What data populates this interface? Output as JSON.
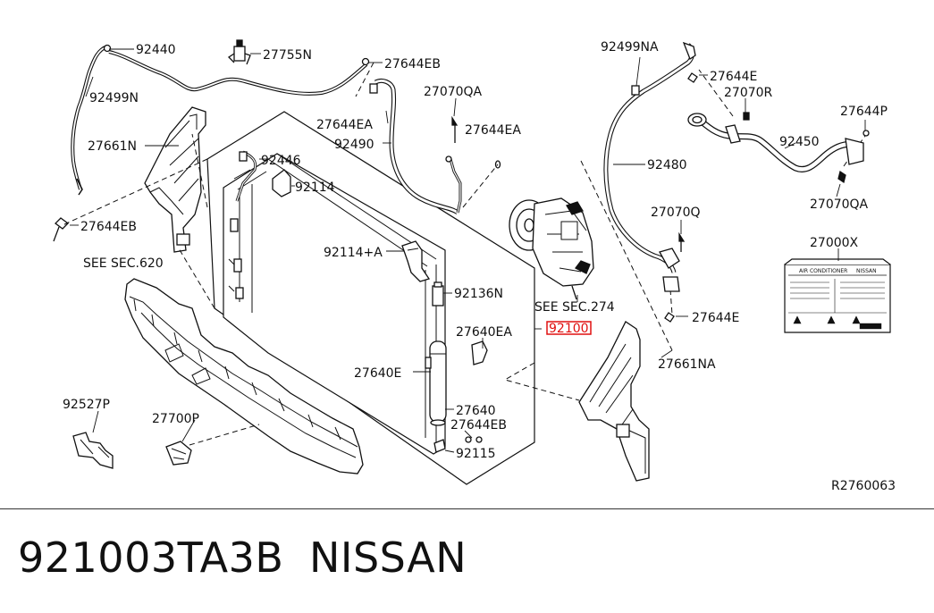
{
  "callouts": {
    "c92440": "92440",
    "c27755N": "27755N",
    "c27644EB_top": "27644EB",
    "c92499N": "92499N",
    "c27661N": "27661N",
    "c27644EB_left": "27644EB",
    "see_sec_620": "SEE SEC.620",
    "c27644EA_1": "27644EA",
    "c92490": "92490",
    "c27070QA_1": "27070QA",
    "c27644EA_2": "27644EA",
    "c92446": "92446",
    "c92114": "92114",
    "c92114A": "92114+A",
    "c92136N": "92136N",
    "c27640EA": "27640EA",
    "c27640E": "27640E",
    "c27640": "27640",
    "c27644EB_mid": "27644EB",
    "c92115": "92115",
    "c92527P": "92527P",
    "c27700P": "27700P",
    "see_sec_274": "SEE SEC.274",
    "c92100": "92100",
    "c92499NA": "92499NA",
    "c27644E_top": "27644E",
    "c27070R": "27070R",
    "c27644P": "27644P",
    "c92450": "92450",
    "c92480": "92480",
    "c27070QA_2": "27070QA",
    "c27070Q": "27070Q",
    "c27000X": "27000X",
    "c27644E_mid": "27644E",
    "c27661NA": "27661NA",
    "ref_code": "R2760063"
  },
  "label_plate": {
    "title": "AIR CONDITIONER",
    "brand": "NISSAN"
  },
  "highlight_color": "#e01010",
  "footer": {
    "part_number": "921003TA3B",
    "brand": "NISSAN"
  }
}
